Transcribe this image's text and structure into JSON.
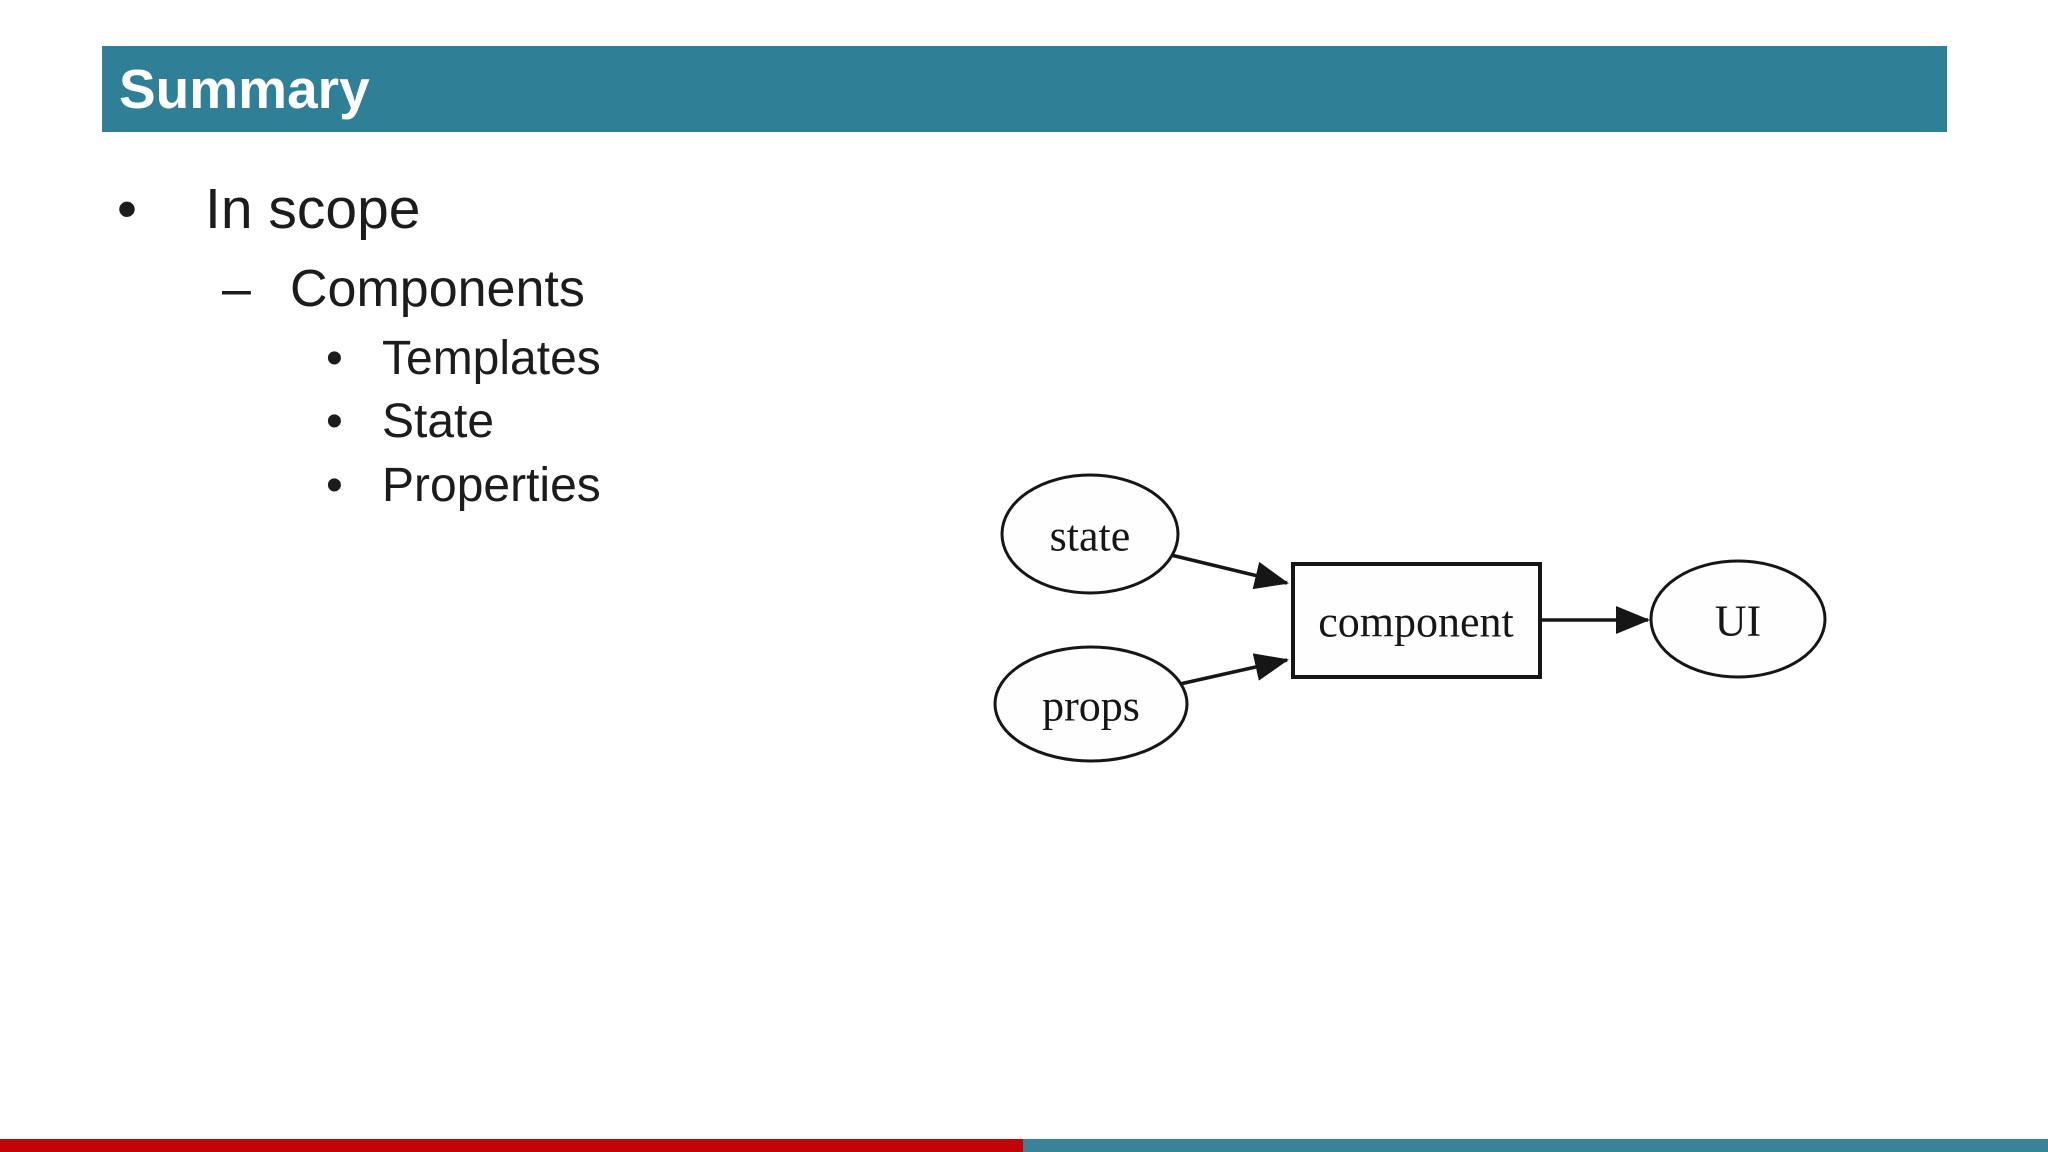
{
  "slide": {
    "title": "Summary"
  },
  "outline": [
    {
      "marker": "•",
      "label": "In scope",
      "children": [
        {
          "marker": "–",
          "label": "Components",
          "children": [
            {
              "marker": "•",
              "label": "Templates"
            },
            {
              "marker": "•",
              "label": "State"
            },
            {
              "marker": "•",
              "label": "Properties"
            }
          ]
        }
      ]
    }
  ],
  "diagram": {
    "type": "flow-graph",
    "nodes": [
      {
        "id": "state",
        "label": "state",
        "shape": "ellipse"
      },
      {
        "id": "props",
        "label": "props",
        "shape": "ellipse"
      },
      {
        "id": "component",
        "label": "component",
        "shape": "rect"
      },
      {
        "id": "ui",
        "label": "UI",
        "shape": "ellipse"
      }
    ],
    "edges": [
      {
        "from": "state",
        "to": "component"
      },
      {
        "from": "props",
        "to": "component"
      },
      {
        "from": "component",
        "to": "ui"
      }
    ]
  },
  "colors": {
    "title_bar_bg": "#2F8096",
    "footer_red": "#C00408",
    "footer_teal": "#3A8397",
    "text": "#1C1C1C"
  }
}
